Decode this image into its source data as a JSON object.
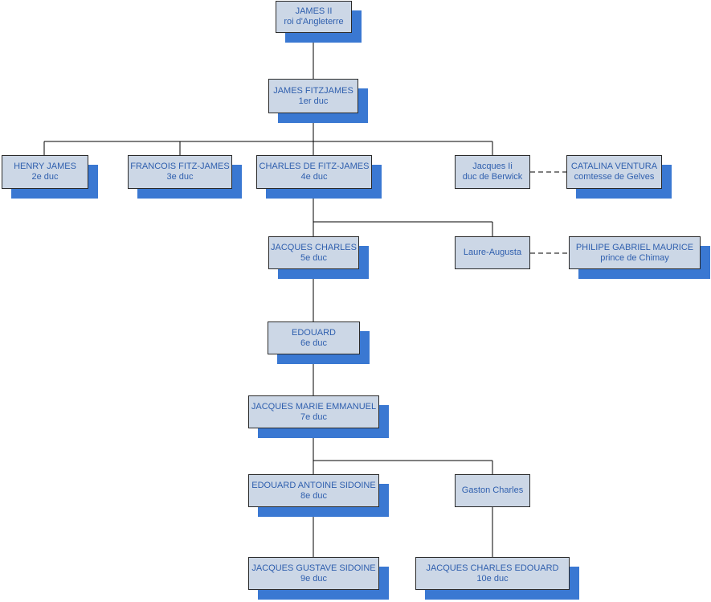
{
  "nodes": {
    "james2": {
      "name": "JAMES II",
      "title": "roi d'Angleterre"
    },
    "fitzjames": {
      "name": "JAMES FITZJAMES",
      "title": "1er duc"
    },
    "henry": {
      "name": "HENRY JAMES",
      "title": "2e duc"
    },
    "francois": {
      "name": "FRANCOIS FITZ-JAMES",
      "title": "3e duc"
    },
    "charles": {
      "name": "CHARLES DE FITZ-JAMES",
      "title": "4e duc"
    },
    "jacques2": {
      "name": "Jacques Ii",
      "title": "duc de Berwick"
    },
    "catalina": {
      "name": "CATALINA VENTURA",
      "title": "comtesse de Gelves"
    },
    "jcharles": {
      "name": "JACQUES CHARLES",
      "title": "5e duc"
    },
    "laure": {
      "name": "Laure-Augusta",
      "title": ""
    },
    "philipe": {
      "name": "PHILIPE GABRIEL MAURICE",
      "title": "prince de Chimay"
    },
    "edouard": {
      "name": "EDOUARD",
      "title": "6e duc"
    },
    "jme": {
      "name": "JACQUES MARIE EMMANUEL",
      "title": "7e duc"
    },
    "eas": {
      "name": "EDOUARD ANTOINE SIDOINE",
      "title": "8e duc"
    },
    "gaston": {
      "name": "Gaston Charles",
      "title": ""
    },
    "jgs": {
      "name": "JACQUES GUSTAVE SIDOINE",
      "title": "9e duc"
    },
    "jce": {
      "name": "JACQUES CHARLES EDOUARD",
      "title": "10e duc"
    }
  }
}
